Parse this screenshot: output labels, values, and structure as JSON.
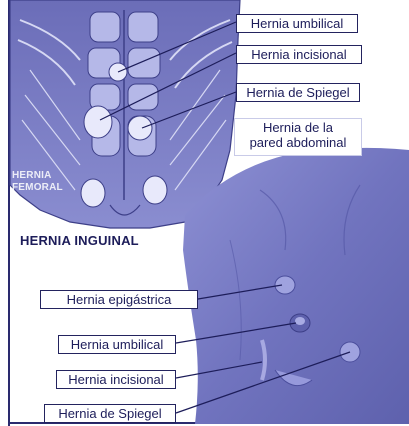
{
  "top_labels": {
    "umbilical": "Hernia umbilical",
    "incisional": "Hernia incisional",
    "spiegel": "Hernia de Spiegel",
    "pared_line1": "Hernia de la",
    "pared_line2": "pared abdominal"
  },
  "region_labels": {
    "femoral_line1": "HERNIA",
    "femoral_line2": "FEMORAL",
    "inguinal": "HERNIA INGUINAL"
  },
  "bottom_labels": {
    "epigastrica": "Hernia epigástrica",
    "umbilical": "Hernia umbilical",
    "incisional": "Hernia incisional",
    "spiegel": "Hernia de Spiegel"
  },
  "colors": {
    "ink": "#1d1d5a",
    "illustration": "#5d5fae",
    "skin": "#7f82c9",
    "frame": "#2a2a6e"
  }
}
